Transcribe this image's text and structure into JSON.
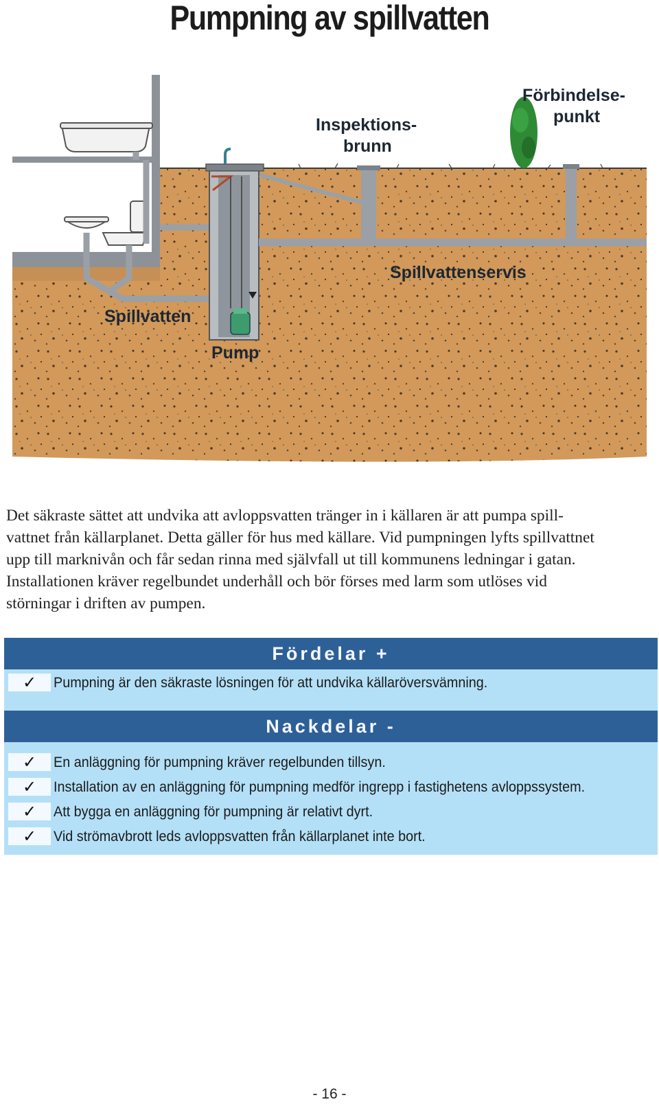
{
  "page": {
    "title": "Pumpning av spillvatten",
    "page_number": "- 16 -"
  },
  "illustration": {
    "labels": {
      "inspection_line1": "Inspektions-",
      "inspection_line2": "brunn",
      "connection_line1": "Förbindelse-",
      "connection_line2": "punkt",
      "service": "Spillvattenservis",
      "wastewater": "Spillvatten",
      "pump": "Pump"
    },
    "colors": {
      "soil": "#d2995a",
      "pipe": "#8f959b",
      "tree": "#2f8a35",
      "pump": "#3d9b6e"
    }
  },
  "intro": {
    "lines": [
      "Det säkraste sättet att undvika att avloppsvatten tränger in i källaren är att pumpa spill-",
      "vattnet från källarplanet. Detta gäller för hus med källare. Vid pumpningen lyfts spillvattnet",
      "upp till marknivån och får sedan rinna med självfall ut till kommunens ledningar i gatan.",
      "Installationen kräver regelbundet underhåll och bör förses med larm som utlöses vid",
      "störningar i driften av pumpen."
    ]
  },
  "pros": {
    "heading": "Fördelar +",
    "items": [
      "Pumpning är den säkraste lösningen för att undvika källaröversvämning."
    ]
  },
  "cons": {
    "heading": "Nackdelar -",
    "items": [
      "En anläggning för pumpning kräver regelbunden tillsyn.",
      "Installation av en anläggning för pumpning medför ingrepp i fastighetens avloppssystem.",
      "Att bygga en anläggning för pumpning är relativt dyrt.",
      "Vid strömavbrott leds avloppsvatten från källarplanet inte bort."
    ]
  },
  "checkmark": "✓"
}
